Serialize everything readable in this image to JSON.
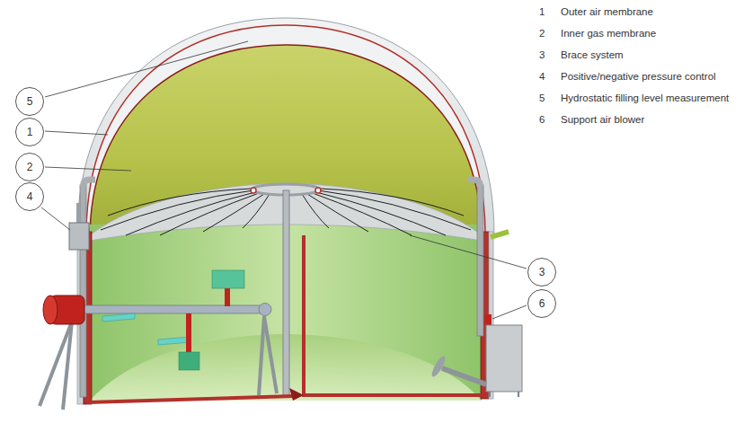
{
  "diagram": {
    "labels": [
      "5",
      "1",
      "2",
      "4",
      "3",
      "6",
      "1",
      "Outer air membrane",
      "2",
      "Inner gas membrane",
      "3",
      "Brace system",
      "4",
      "Positive/negative pressure control",
      "5",
      "Hydrostatic filling level measurement",
      "6",
      "Support air blower"
    ]
  }
}
